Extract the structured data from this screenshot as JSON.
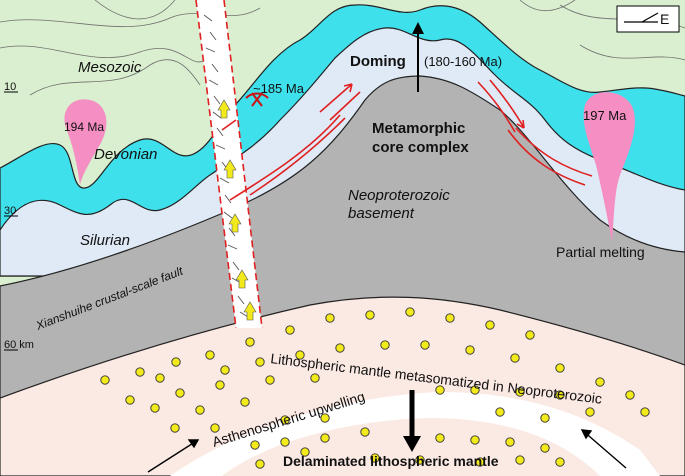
{
  "legend": {
    "direction_label": "E"
  },
  "depth_scale": {
    "ticks": [
      "10",
      "30",
      "60 km"
    ]
  },
  "layers": {
    "mesozoic": "Mesozoic",
    "devonian": "Devonian",
    "silurian": "Silurian",
    "basement": [
      "Neoproterozoic",
      "basement"
    ],
    "lithospheric_mantle": "Lithospheric mantle metasomatized in Neoproterozoic",
    "asthenosphere": "Asthenospheric upwelling",
    "delaminated": "Delaminated lithospheric mantle"
  },
  "features": {
    "fault": "Xianshuihe crustal-scale fault",
    "doming": "Doming",
    "doming_age": "(180-160 Ma)",
    "core_complex": [
      "Metamorphic",
      "core complex"
    ],
    "partial_melting": "Partial melting"
  },
  "ages": {
    "pluton_left": "194 Ma",
    "pluton_right": "197 Ma",
    "fault_dike": "~185 Ma"
  },
  "colors": {
    "mesozoic": "#d9efcf",
    "devonian": "#3ee0ec",
    "silurian": "#dfeaf6",
    "basement": "#b3b3b3",
    "lithospheric_mantle": "#fbe9e3",
    "asthenosphere": "#ffffff",
    "pluton": "#f58ec2",
    "metasomatism_dots": "#f2ea1a",
    "shear_arrows": "#e02020"
  }
}
